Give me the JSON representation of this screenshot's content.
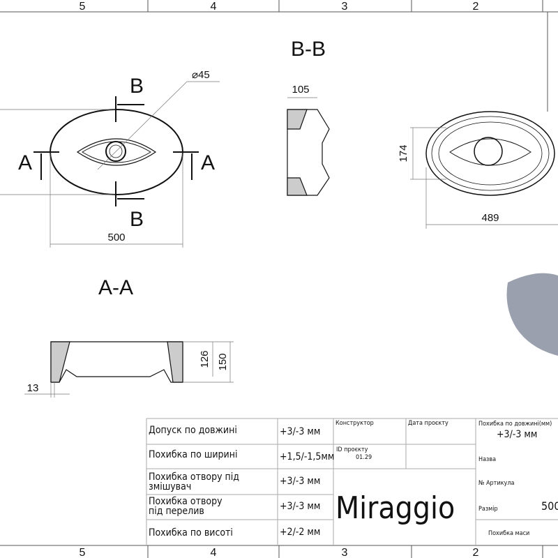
{
  "frame": {
    "zones": [
      "5",
      "4",
      "3",
      "2"
    ]
  },
  "plan_view": {
    "width_dim": "500",
    "hole_dim": "⌀45",
    "section_a": "A",
    "section_b": "B"
  },
  "section_bb": {
    "title": "B-B",
    "dim": "105"
  },
  "bottom_view": {
    "width_dim": "489",
    "height_dim": "174"
  },
  "section_aa": {
    "title": "A-A",
    "dim_inner": "126",
    "dim_total": "150",
    "dim_wall": "13"
  },
  "tolerance_table": [
    {
      "label": "Допуск по довжині",
      "value": "+3/-3 мм"
    },
    {
      "label": "Похибка по ширині",
      "value": "+1,5/-1,5мм"
    },
    {
      "label": "Похибка отвору під",
      "label2": "змішувач",
      "value": "+3/-3 мм"
    },
    {
      "label": "Похибка отвору",
      "label2": "під перелив",
      "value": "+3/-3 мм"
    },
    {
      "label": "Похибка по висоті",
      "value": "+2/-2 мм"
    }
  ],
  "title_block": {
    "designer_label": "Конструктор",
    "date_label": "Дата проєкту",
    "project_id_label": "ID проєкту",
    "project_id": "01.29",
    "logo": "Miraggio",
    "length_tol_label": "Похибка по довжині(мм)",
    "length_tol": "+3/-3 мм",
    "name_label": "Назва",
    "article_label": "№ Артикула",
    "size_label": "Размір",
    "size_value": "500",
    "mass_tol_label": "Похибка маси"
  }
}
